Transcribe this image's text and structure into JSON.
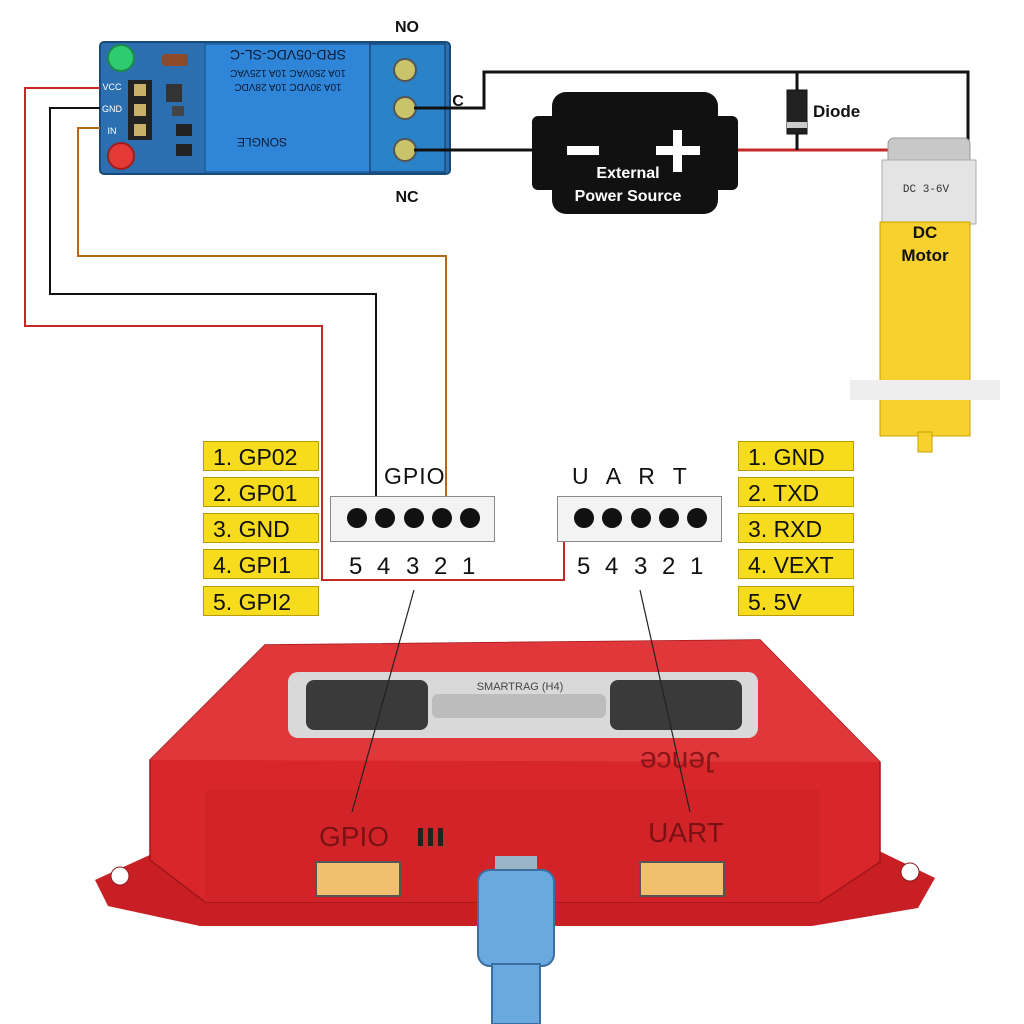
{
  "relay": {
    "model_text": "SRD-05VDC-SL-C",
    "ratings": [
      "10A 250VAC 10A 125VAC",
      "10A 30VDC 10A 28VDC"
    ],
    "brand": "SONGLE",
    "pin_labels": [
      "VCC",
      "GND",
      "IN"
    ],
    "terminal_labels": {
      "no": "NO",
      "c": "C",
      "nc": "NC"
    }
  },
  "power_source": {
    "label_line1": "External",
    "label_line2": "Power Source",
    "minus": "−",
    "plus": "+"
  },
  "diode": {
    "label": "Diode"
  },
  "motor": {
    "spec": "DC 3-6V",
    "label_line1": "DC",
    "label_line2": "Motor"
  },
  "gpio_connector": {
    "title": "GPIO",
    "pin_numbers": [
      "5",
      "4",
      "3",
      "2",
      "1"
    ]
  },
  "uart_connector": {
    "title": "U A R T",
    "pin_numbers": [
      "5",
      "4",
      "3",
      "2",
      "1"
    ]
  },
  "gpio_pins": [
    "1. GP02",
    "2. GP01",
    "3. GND",
    "4. GPI1",
    "5. GPI2"
  ],
  "uart_pins": [
    "1. GND",
    "2. TXD",
    "3. RXD",
    "4. VEXT",
    "5. 5V"
  ],
  "device": {
    "model": "SMARTRAG (H4)",
    "brand": "Jence",
    "gpio_port_label": "GPIO",
    "uart_port_label": "UART"
  },
  "colors": {
    "device_red": "#d8262a",
    "relay_blue": "#2a78c8",
    "wire_red": "#c62828",
    "wire_black": "#111111",
    "wire_brown": "#b06a1a",
    "label_yellow": "#f6dc1c",
    "motor_yellow": "#f7d22e",
    "usb_blue": "#6aa8e0"
  }
}
